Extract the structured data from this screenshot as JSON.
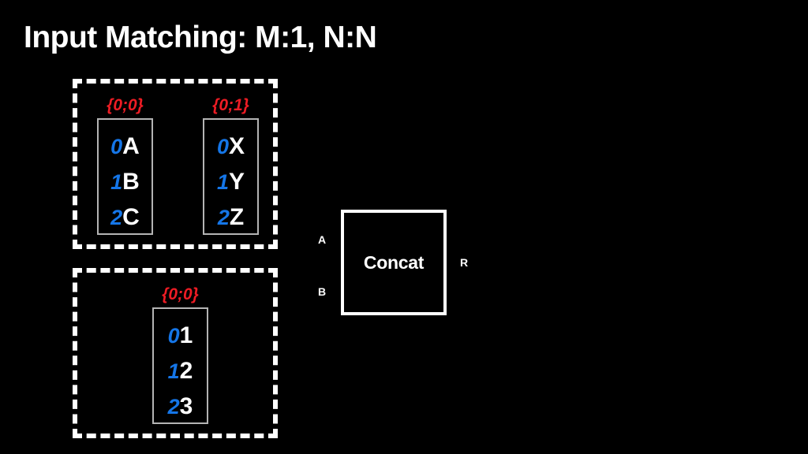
{
  "slide": {
    "title": "Input Matching: M:1, N:N",
    "background_color": "#000000"
  },
  "colors": {
    "index_blue": "#1576E8",
    "label_red": "#ED1C24",
    "value_white": "#FFFFFF",
    "box_border_gray": "#B4B4B4",
    "dashed_border": "#FFFFFF"
  },
  "groups": [
    {
      "name": "top-group",
      "vectors": [
        {
          "label": "{0;0}",
          "rows": [
            {
              "index": "0",
              "value": "A"
            },
            {
              "index": "1",
              "value": "B"
            },
            {
              "index": "2",
              "value": "C"
            }
          ]
        },
        {
          "label": "{0;1}",
          "rows": [
            {
              "index": "0",
              "value": "X"
            },
            {
              "index": "1",
              "value": "Y"
            },
            {
              "index": "2",
              "value": "Z"
            }
          ]
        }
      ]
    },
    {
      "name": "bottom-group",
      "vectors": [
        {
          "label": "{0;0}",
          "rows": [
            {
              "index": "0",
              "value": "1"
            },
            {
              "index": "1",
              "value": "2"
            },
            {
              "index": "2",
              "value": "3"
            }
          ]
        }
      ]
    }
  ],
  "concat": {
    "title": "Concat",
    "input_a": "A",
    "input_b": "B",
    "output_r": "R"
  }
}
